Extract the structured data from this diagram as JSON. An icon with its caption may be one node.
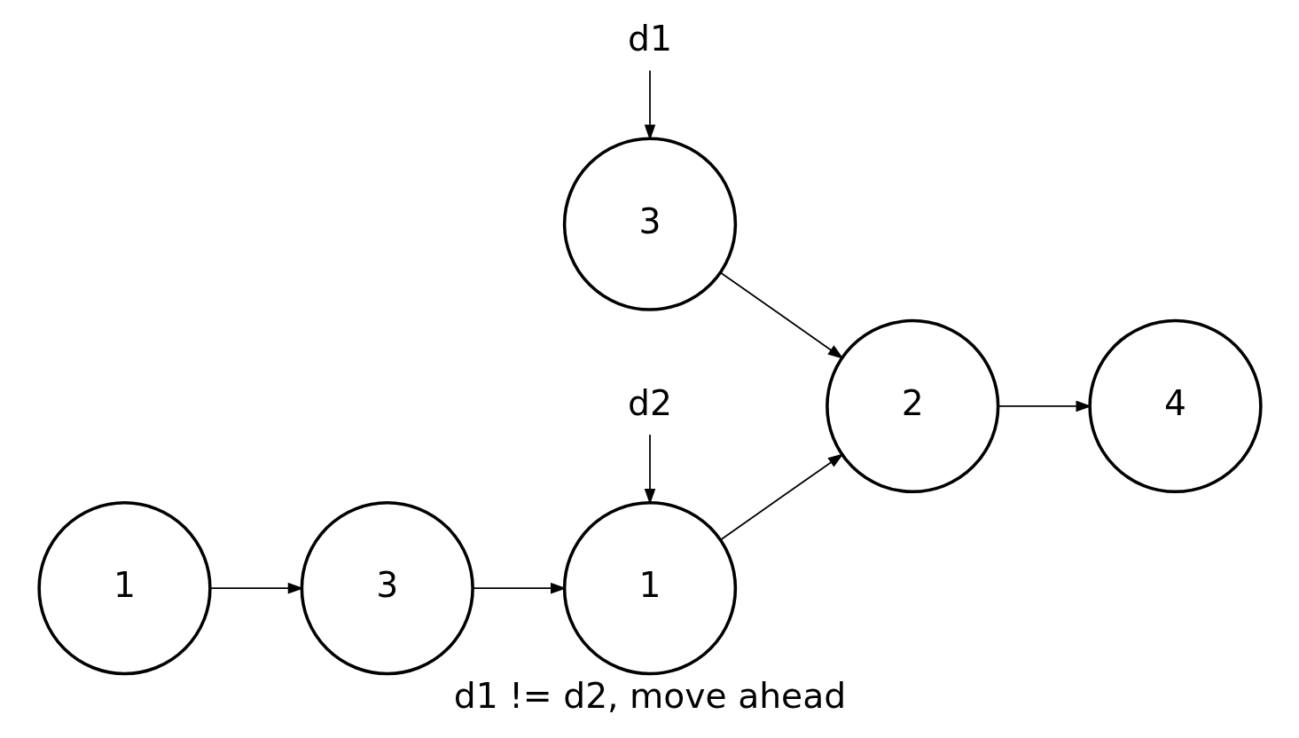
{
  "diagram": {
    "caption": "d1 != d2, move ahead",
    "nodes": [
      {
        "text": [
          "1"
        ]
      },
      {
        "text": [
          "3"
        ]
      },
      {
        "text": [
          "1"
        ]
      },
      {
        "text": [
          "2"
        ]
      },
      {
        "text": [
          "4"
        ]
      },
      {
        "text": [
          "d2"
        ]
      },
      {
        "text": [
          "3"
        ]
      },
      {
        "text": [
          "d1"
        ]
      }
    ],
    "edges": [
      {
        "from": 0,
        "to": 1,
        "arrow": "to"
      },
      {
        "from": 1,
        "to": 2,
        "arrow": "to"
      },
      {
        "from": 2,
        "to": 3,
        "arrow": "to"
      },
      {
        "from": 6,
        "to": 3,
        "arrow": "to"
      },
      {
        "from": 3,
        "to": 4,
        "arrow": "to"
      },
      {
        "from": 5,
        "to": 2,
        "arrow": "to"
      },
      {
        "from": 7,
        "to": 6,
        "arrow": "to"
      }
    ]
  }
}
